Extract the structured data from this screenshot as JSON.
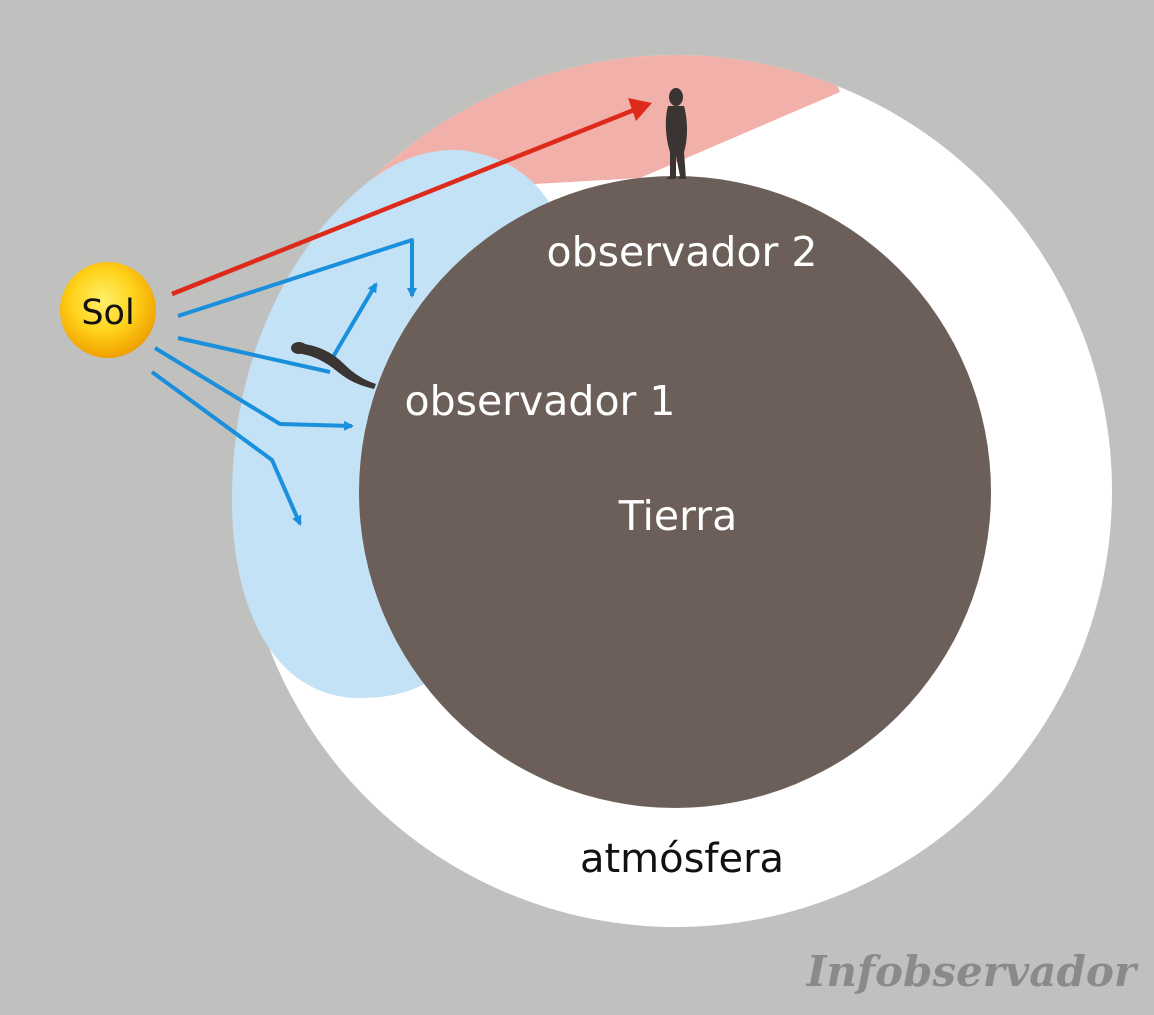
{
  "labels": {
    "sun": "Sol",
    "observer_2": "observador 2",
    "observer_1": "observador 1",
    "earth": "Tierra",
    "atmosphere": "atmósfera",
    "brand": "Infobservador"
  },
  "colors": {
    "background": "#c0c0be",
    "atmosphere": "#ffffff",
    "earth": "#6c5f59",
    "blue_sky_region": "#c3e2f6",
    "red_sky_region": "#f1b1aa",
    "blue_rays": "#1a8fdc",
    "red_ray": "#dd2a1b",
    "sun": "#f4b400",
    "silhouette": "#3a3533"
  },
  "icons": {
    "observer_2": "standing-person-icon",
    "observer_1": "reclining-person-icon"
  }
}
